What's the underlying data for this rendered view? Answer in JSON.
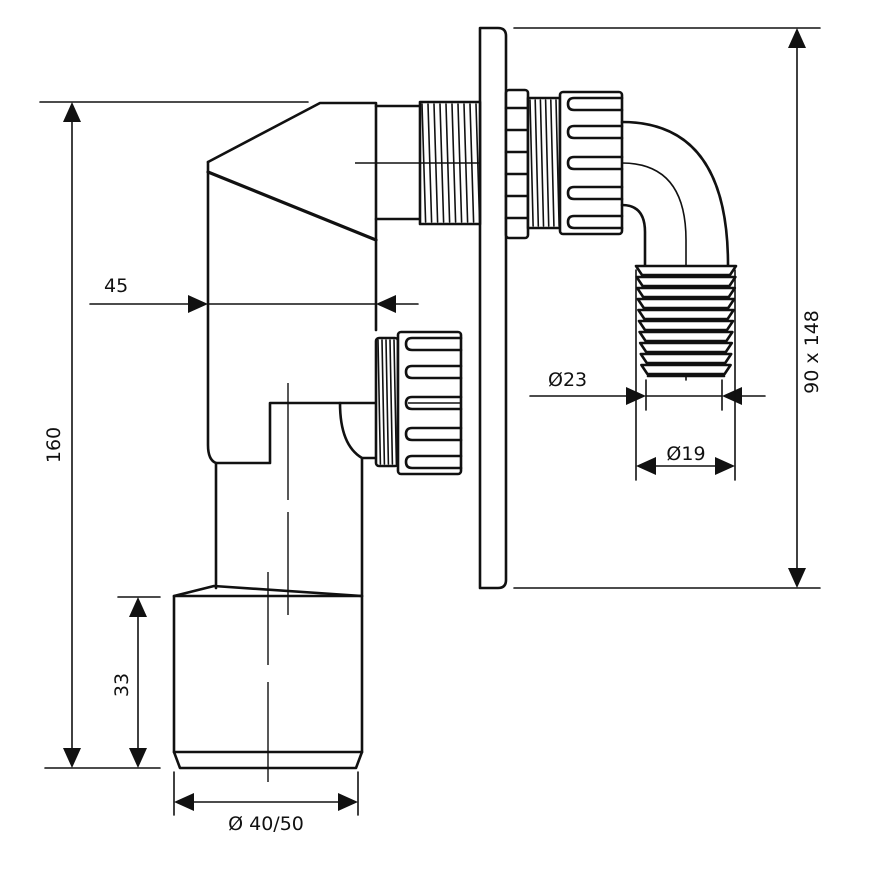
{
  "drawing": {
    "title": "Washing machine siphon technical drawing",
    "colors": {
      "line": "#111111",
      "background": "#ffffff"
    },
    "dimensions": {
      "overall_height": "160",
      "body_width": "45",
      "outlet_height": "33",
      "outlet_diameter": "Ø 40/50",
      "hose_outer_diameter": "Ø23",
      "hose_inner_diameter": "Ø19",
      "cover_plate": "90 x 148"
    }
  }
}
